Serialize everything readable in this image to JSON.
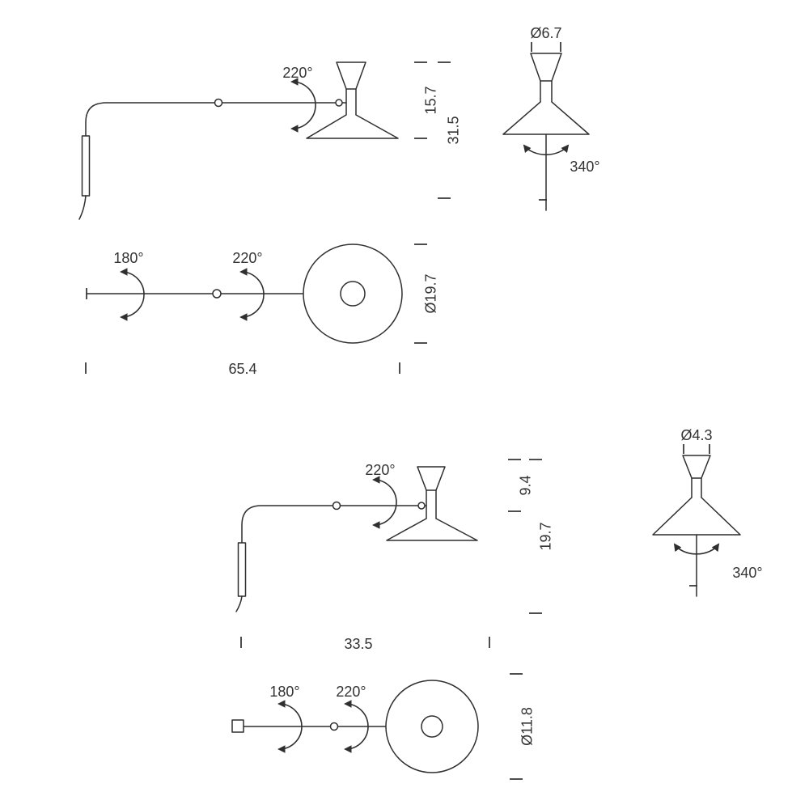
{
  "page": {
    "background": "#ffffff",
    "line_color": "#2f2f2f",
    "text_color": "#333333"
  },
  "views": {
    "large_side": {
      "rotation": "220°",
      "head_height": "15.7",
      "total_height": "31.5"
    },
    "large_front": {
      "top_diameter": "Ø6.7",
      "rotation": "340°"
    },
    "large_top": {
      "swing_arm": "180°",
      "head_rotation": "220°",
      "shade_diameter": "Ø19.7",
      "arm_length": "65.4"
    },
    "small_side": {
      "rotation": "220°",
      "upper_height": "9.4",
      "lower_height": "19.7",
      "arm_length": "33.5"
    },
    "small_front": {
      "top_diameter": "Ø4.3",
      "rotation": "340°"
    },
    "small_top": {
      "swing_arm": "180°",
      "head_rotation": "220°",
      "shade_diameter": "Ø11.8"
    }
  }
}
